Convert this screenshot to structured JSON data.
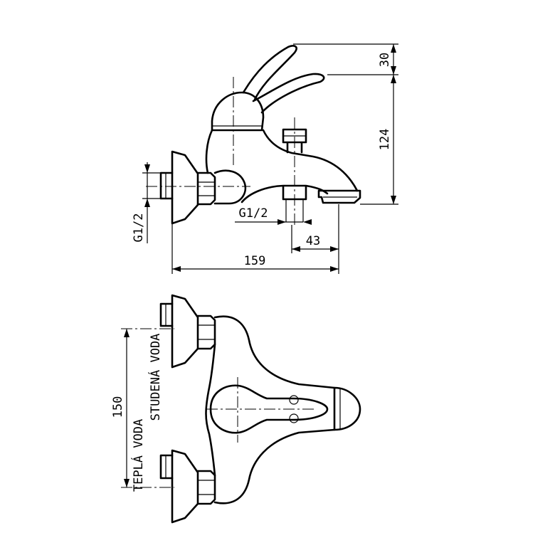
{
  "dimensions": {
    "lever_height": "30",
    "body_height": "124",
    "inlet_thread": "G1/2",
    "outlet_thread": "G1/2",
    "spout_offset": "43",
    "overall_length": "159",
    "inlet_spacing": "150"
  },
  "labels": {
    "cold_water": "STUDENÁ VODA",
    "hot_water": "TEPLÁ VODA"
  }
}
